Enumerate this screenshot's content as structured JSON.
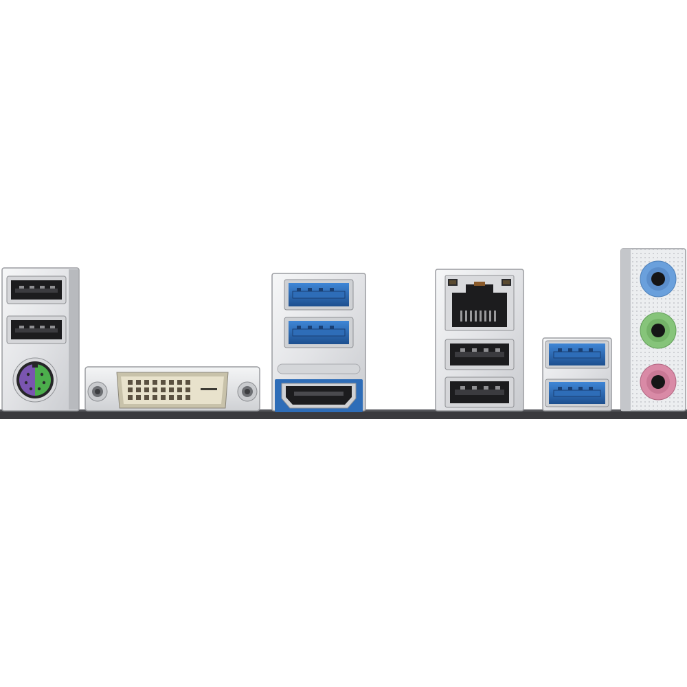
{
  "scene": {
    "subject": "motherboard-rear-io-panel",
    "colors": {
      "background": "#ffffff",
      "pcb": "#3a3a3e",
      "metal_shell": "#e9eaec",
      "metal_edge": "#9a9ca0",
      "port_black": "#1c1c1e",
      "usb3_blue": "#2e6db8",
      "usb3_blue_dark": "#1d4f8f",
      "dvi_ivory": "#e8e2cc",
      "ps2_purple": "#7a55b0",
      "ps2_green": "#4cae4c",
      "audio_blue": "#6aa0dc",
      "audio_green": "#86c47a",
      "audio_pink": "#d98aa6"
    },
    "ports": [
      {
        "name": "usb2-port-1",
        "type": "USB 2.0"
      },
      {
        "name": "usb2-port-2",
        "type": "USB 2.0"
      },
      {
        "name": "ps2-combo-port",
        "type": "PS/2"
      },
      {
        "name": "dvi-port",
        "type": "DVI-D"
      },
      {
        "name": "usb3-port-1",
        "type": "USB 3.0"
      },
      {
        "name": "usb3-port-2",
        "type": "USB 3.0"
      },
      {
        "name": "hdmi-port",
        "type": "HDMI"
      },
      {
        "name": "rj45-lan-port",
        "type": "LAN"
      },
      {
        "name": "usb2-port-3",
        "type": "USB 2.0"
      },
      {
        "name": "usb2-port-4",
        "type": "USB 2.0"
      },
      {
        "name": "usb3-port-3",
        "type": "USB 3.0"
      },
      {
        "name": "usb3-port-4",
        "type": "USB 3.0"
      },
      {
        "name": "audio-line-in",
        "type": "audio"
      },
      {
        "name": "audio-line-out",
        "type": "audio"
      },
      {
        "name": "audio-mic-in",
        "type": "audio"
      }
    ]
  }
}
